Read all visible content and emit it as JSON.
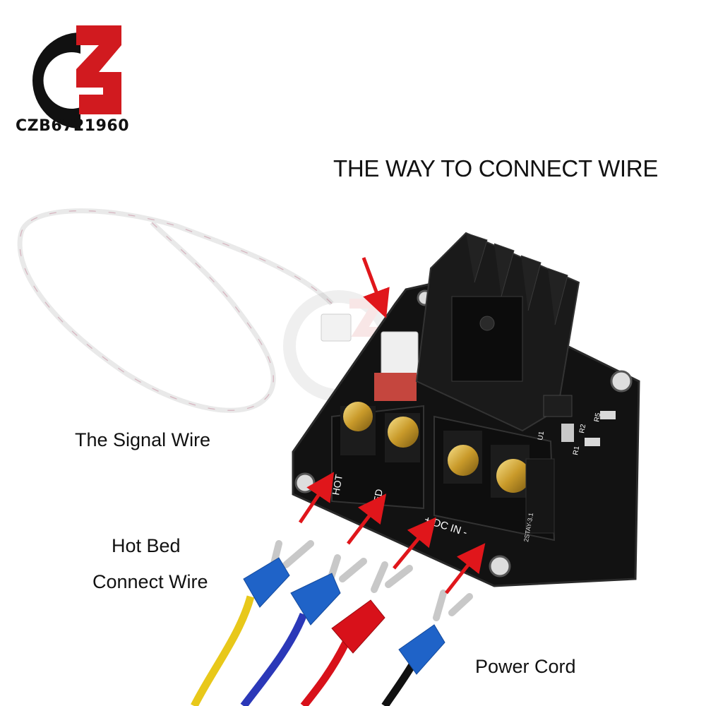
{
  "logo": {
    "text": "CZB6721960",
    "colors": {
      "black": "#111111",
      "red": "#d11a1f"
    }
  },
  "title": "THE WAY TO CONNECT WIRE",
  "labels": {
    "signal_wire": "The Signal Wire",
    "hot_bed_line1": "Hot Bed",
    "hot_bed_line2": "Connect Wire",
    "power_cord": "Power Cord"
  },
  "board": {
    "silkscreen": {
      "hot": "HOT",
      "bed": "BED",
      "dc_in": "+ DC IN -",
      "r5": "R5",
      "r2": "R2",
      "r1": "R1",
      "u1": "U1",
      "version": "2STAY-3.1"
    }
  },
  "wires": [
    {
      "color": "#e8c81a",
      "terminal_sleeve": "#1f63c8"
    },
    {
      "color": "#2b38b8",
      "terminal_sleeve": "#1f63c8"
    },
    {
      "color": "#d8111a",
      "terminal_sleeve": "#d8111a"
    },
    {
      "color": "#111111",
      "terminal_sleeve": "#1f63c8"
    }
  ],
  "arrow_color": "#e0161b"
}
